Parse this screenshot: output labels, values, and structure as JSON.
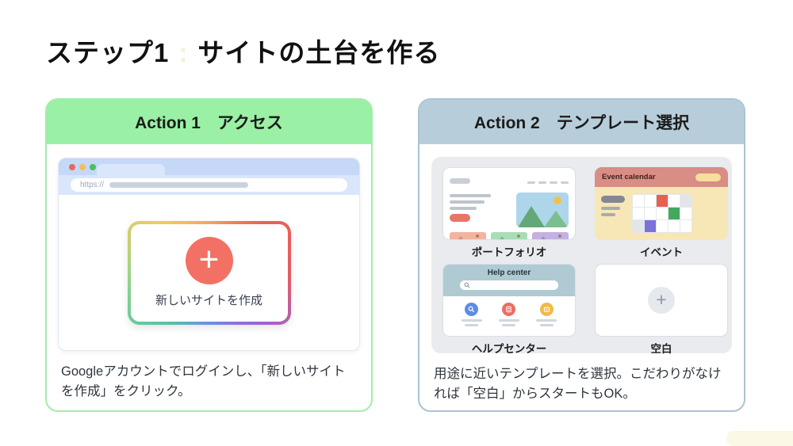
{
  "title": {
    "step": "ステップ1",
    "separator": ":",
    "main": "サイトの土台を作る"
  },
  "action1": {
    "header": "Action 1　アクセス",
    "browser": {
      "url_scheme": "https://"
    },
    "create_button_label": "新しいサイトを作成",
    "description": "Googleアカウントでログインし、「新しいサイトを作成」をクリック。"
  },
  "action2": {
    "header": "Action 2　テンプレート選択",
    "templates": [
      {
        "label": "ポートフォリオ"
      },
      {
        "label": "イベント",
        "thumb_title": "Event calendar"
      },
      {
        "label": "ヘルプセンター",
        "thumb_title": "Help center"
      },
      {
        "label": "空白"
      }
    ],
    "description": "用途に近いテンプレートを選択。こだわりがなければ「空白」からスタートもOK。"
  },
  "icons": {
    "plus": "+"
  },
  "colors": {
    "action1_accent": "#9AF0A5",
    "action1_border": "#A3ECAC",
    "action2_accent": "#B7CEDA",
    "action2_border": "#A9C4D4",
    "create_circle": "#F37065",
    "browser_chrome": "#C5D8F7",
    "traffic_lights": [
      "#E5685C",
      "#F3BF51",
      "#4EBF5A"
    ],
    "gradient_border": [
      "#F3CB5B",
      "#EC6156",
      "#9C63D8",
      "#6C8FE2",
      "#58C6A2"
    ],
    "panel_gray": "#E9EBEE",
    "title_separator": "#F3EFD4"
  }
}
